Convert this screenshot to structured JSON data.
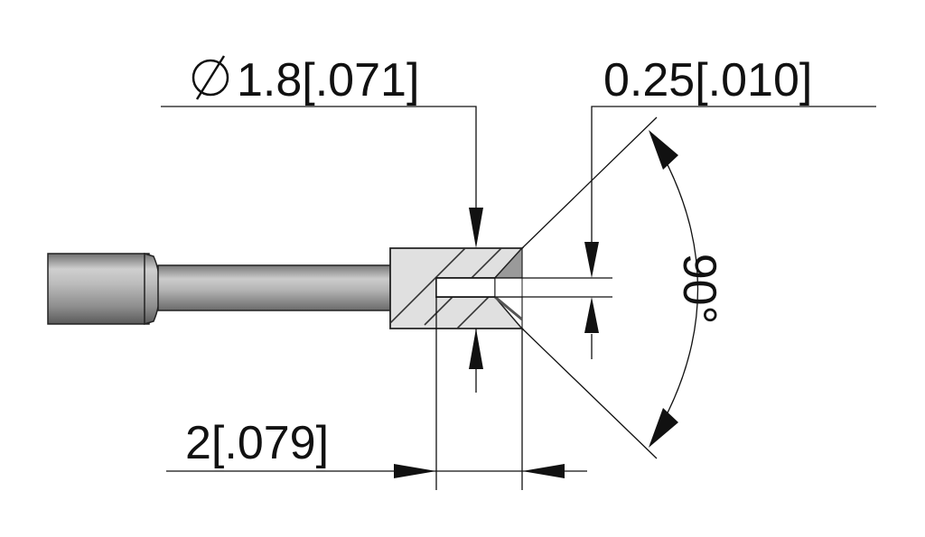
{
  "dimensions": {
    "diameter": {
      "symbol": "⌀",
      "value": "1.8[.071]"
    },
    "gap": {
      "value": "0.25[.010]"
    },
    "angle": {
      "value": "90°"
    },
    "length": {
      "value": "2[.079]"
    }
  },
  "colors": {
    "line": "#111111",
    "section_fill": "#e0e0e0",
    "shaft_mid": "#a8a8a8"
  }
}
